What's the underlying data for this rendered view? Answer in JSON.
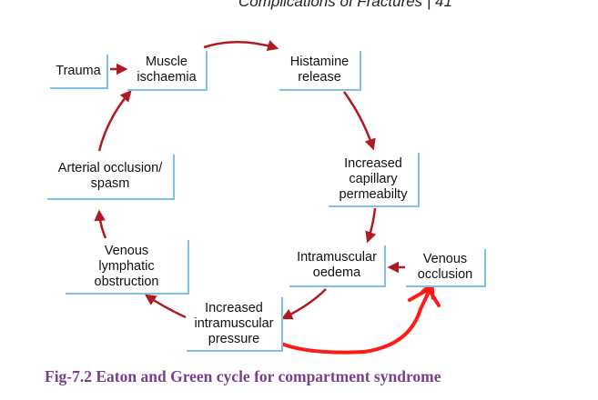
{
  "header": {
    "text": "Complications of Fractures  |  41"
  },
  "nodes": {
    "trauma": "Trauma",
    "muscle_ischaemia": "Muscle\nischaemia",
    "histamine_release": "Histamine\nrelease",
    "increased_capillary_permeability": "Increased\ncapillary\npermeabilty",
    "intramuscular_oedema": "Intramuscular\noedema",
    "venous_occlusion": "Venous\nocclusion",
    "increased_intramuscular_pressure": "Increased\nintramuscular\npressure",
    "venous_lymphatic_obstruction": "Venous\nlymphatic\nobstruction",
    "arterial_occlusion_spasm": "Arterial occlusion/\nspasm"
  },
  "colors": {
    "arrow": "#b01a22",
    "annotation": "#ff1a1a",
    "box_border": "#7fbfe8",
    "caption": "#7a3f8c"
  },
  "caption": {
    "text": "Fig-7.2 Eaton and Green cycle for compartment syndrome"
  }
}
